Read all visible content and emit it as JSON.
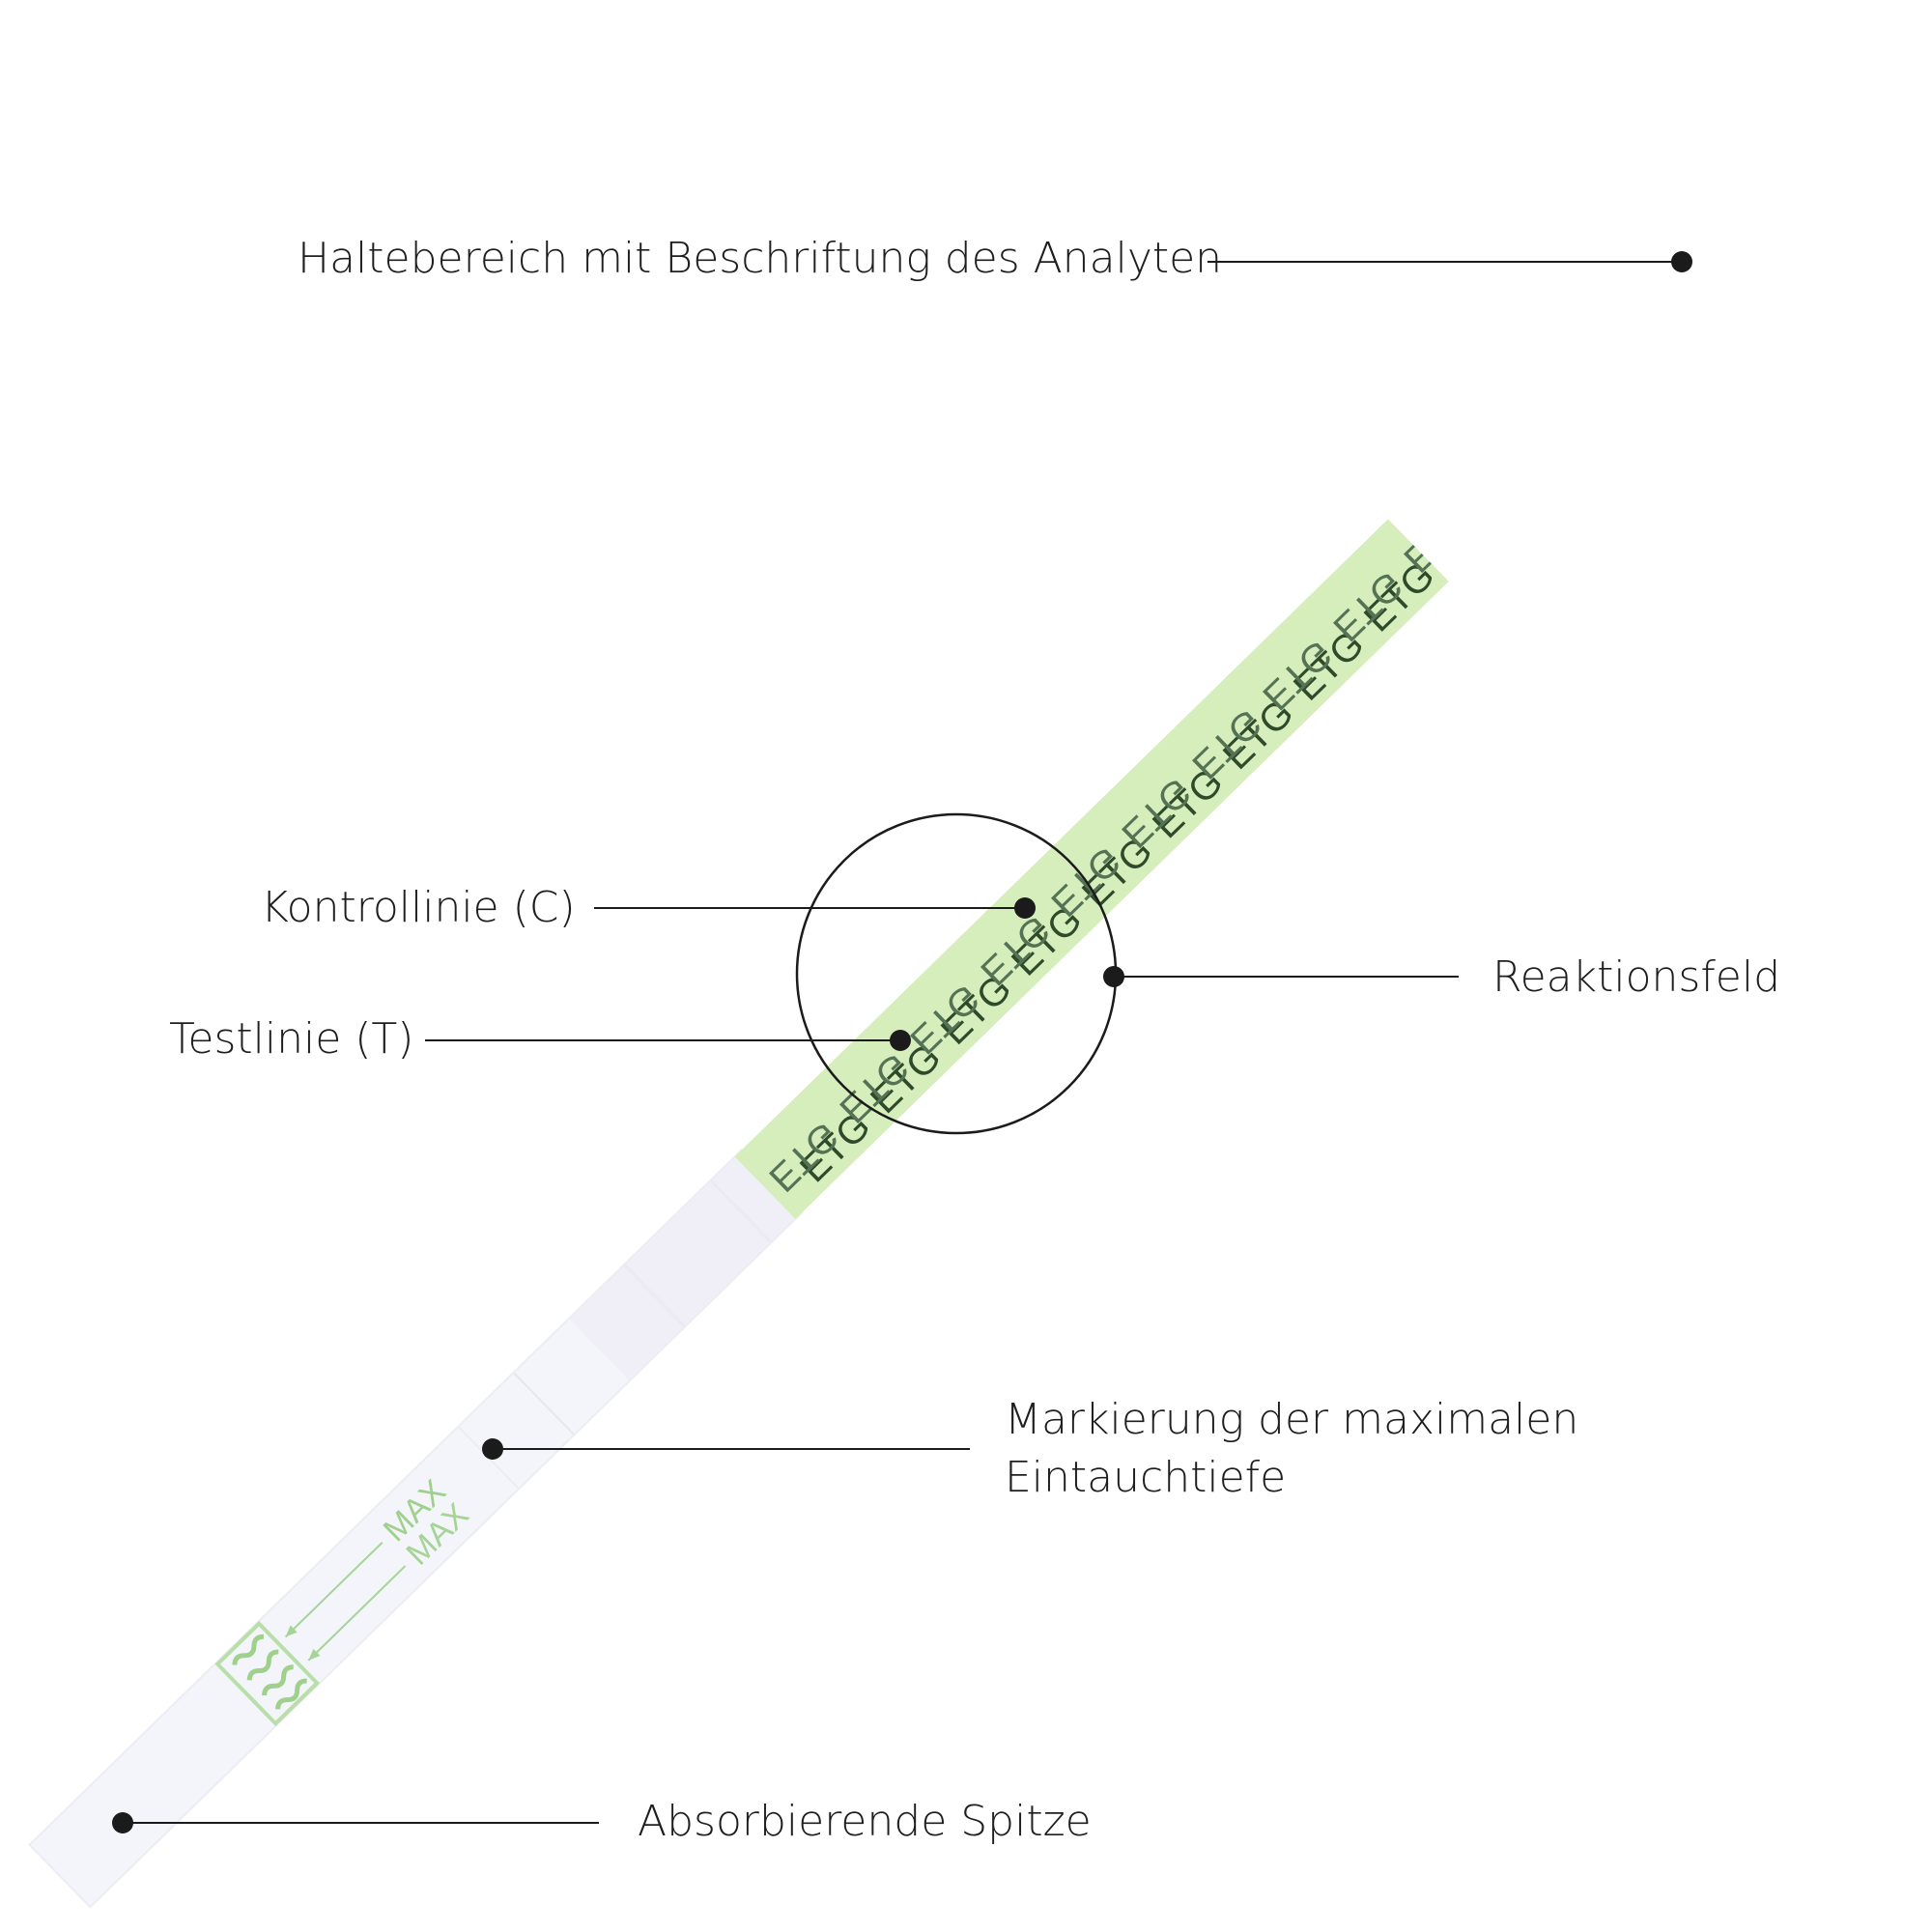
{
  "strip": {
    "analyte_text": "ETG",
    "max_text": "MAX",
    "colors": {
      "handle": "#d5eebc",
      "handle_text": "#2f4a2a",
      "handle_text_faded": "#557255",
      "body": "#f4f4fb",
      "marking": "#9fd08c",
      "lines": "#1b1b1b"
    }
  },
  "labels": {
    "handle_area": "Haltebereich mit Beschriftung des Analyten",
    "control_line": "Kontrollinie (C)",
    "test_line": "Testlinie (T)",
    "reaction_field": "Reaktionsfeld",
    "max_marking_line1": "Markierung der maximalen",
    "max_marking_line2": "Eintauchtiefe",
    "absorbent_tip": "Absorbierende Spitze"
  }
}
